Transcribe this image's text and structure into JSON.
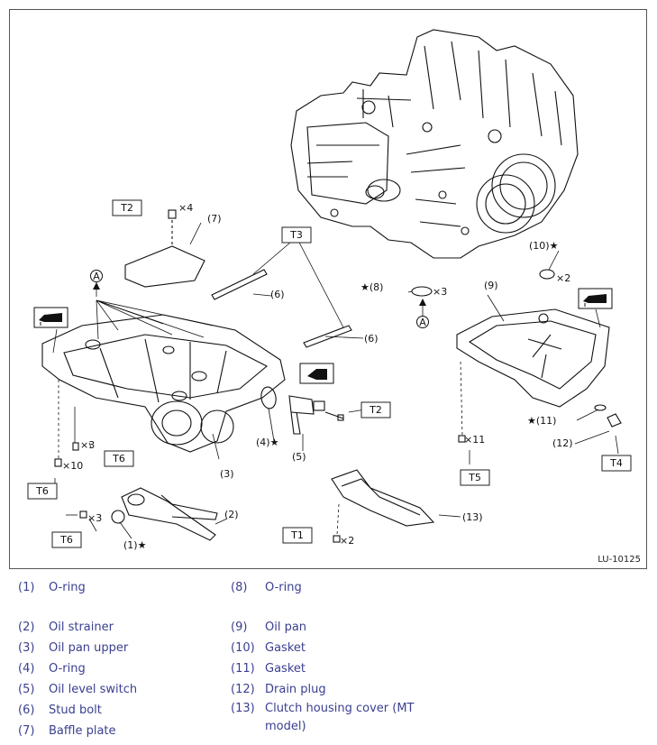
{
  "figure": {
    "id": "LU-10125",
    "callouts": {
      "c1": "(1)★",
      "c2": "(2)",
      "c3": "(3)",
      "c4": "(4)★",
      "c5": "(5)",
      "c6a": "(6)",
      "c6b": "(6)",
      "c7": "(7)",
      "c8": "★(8)",
      "c9": "(9)",
      "c10": "(10)★",
      "c11": "★(11)",
      "c12": "(12)",
      "c13": "(13)"
    },
    "quantities": {
      "q4": "×4",
      "q3a": "×3",
      "q10": "×10",
      "q3b": "×3",
      "q3c": "×3",
      "q2a": "×2",
      "q11": "×11",
      "q2b": "×2"
    },
    "torque_labels": {
      "t2a": "T2",
      "t3": "T3",
      "t6a": "T6",
      "t6b": "T6",
      "t6c": "T6",
      "t2b": "T2",
      "t5": "T5",
      "t4": "T4",
      "t1": "T1"
    },
    "markers": {
      "a1": "A",
      "a2": "A"
    }
  },
  "legend": {
    "left": [
      {
        "num": "(1)",
        "label": "O-ring"
      },
      {
        "num": "(2)",
        "label": "Oil strainer"
      },
      {
        "num": "(3)",
        "label": "Oil pan upper"
      },
      {
        "num": "(4)",
        "label": "O-ring"
      },
      {
        "num": "(5)",
        "label": "Oil level switch"
      },
      {
        "num": "(6)",
        "label": "Stud bolt"
      },
      {
        "num": "(7)",
        "label": "Baffle plate"
      }
    ],
    "right": [
      {
        "num": "(8)",
        "label": "O-ring"
      },
      {
        "num": "(9)",
        "label": "Oil pan"
      },
      {
        "num": "(10)",
        "label": "Gasket"
      },
      {
        "num": "(11)",
        "label": "Gasket"
      },
      {
        "num": "(12)",
        "label": "Drain plug"
      },
      {
        "num": "(13)",
        "label": "Clutch housing cover (MT model)"
      }
    ]
  }
}
